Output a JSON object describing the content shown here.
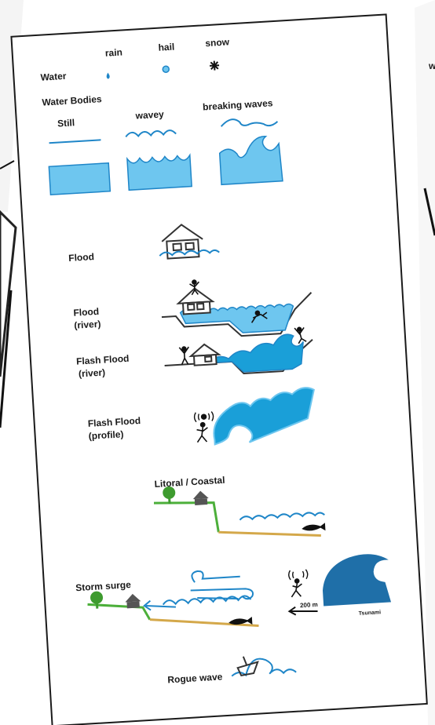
{
  "water": {
    "title": "Water",
    "rain": "rain",
    "hail": "hail",
    "snow": "snow"
  },
  "water_bodies": {
    "title": "Water Bodies",
    "still": "Still",
    "wavey": "wavey",
    "breaking": "breaking waves"
  },
  "symbols": {
    "flood": "Flood",
    "flood_river_1": "Flood",
    "flood_river_2": "(river)",
    "flash_river_1": "Flash Flood",
    "flash_river_2": "(river)",
    "flash_profile_1": "Flash Flood",
    "flash_profile_2": "(profile)",
    "coastal": "Litoral / Coastal",
    "storm_surge": "Storm surge",
    "tsunami_distance": "200 m",
    "tsunami": "Tsunami",
    "rogue_wave": "Rogue wave"
  },
  "partial_right_text": "w",
  "colors": {
    "water_fill": "#6ec6ef",
    "water_stroke": "#1f86c8",
    "deep_water": "#1a9fd8",
    "tsunami_water": "#1f6fa8",
    "ground_green": "#4caf3a",
    "ground_tan": "#d4a84a",
    "tree": "#3e9b2f",
    "house": "#333333"
  }
}
